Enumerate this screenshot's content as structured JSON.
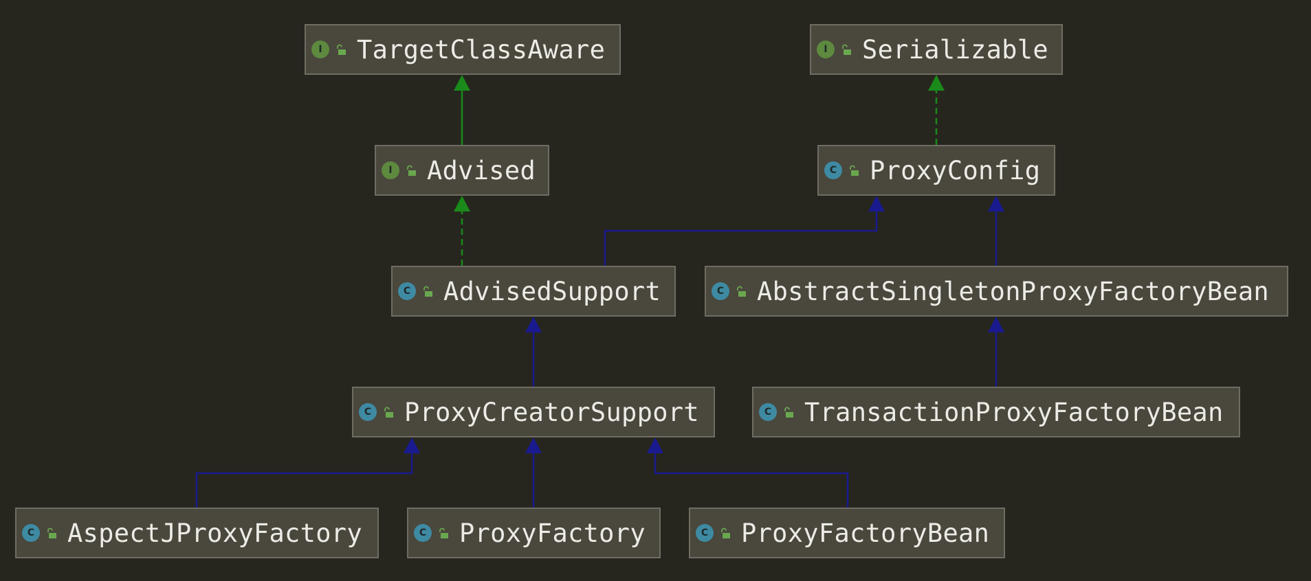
{
  "diagram": {
    "title": "",
    "colors": {
      "background": "#26261f",
      "node_fill": "#4a473d",
      "node_border": "#6f6c63",
      "node_text": "#ecebe6",
      "interface_badge": "#5d8a3e",
      "class_badge": "#3e8aa3",
      "lock_icon": "#6aa84f",
      "implements_edge": "#1a8a1a",
      "extends_edge": "#1a1a8f"
    },
    "nodes": [
      {
        "id": "TargetClassAware",
        "label": "TargetClassAware",
        "kind": "interface",
        "kind_letter": "I",
        "icon": "interface-icon"
      },
      {
        "id": "Serializable",
        "label": "Serializable",
        "kind": "interface",
        "kind_letter": "I",
        "icon": "interface-icon"
      },
      {
        "id": "Advised",
        "label": "Advised",
        "kind": "interface",
        "kind_letter": "I",
        "icon": "interface-icon"
      },
      {
        "id": "ProxyConfig",
        "label": "ProxyConfig",
        "kind": "class",
        "kind_letter": "C",
        "icon": "class-icon"
      },
      {
        "id": "AdvisedSupport",
        "label": "AdvisedSupport",
        "kind": "class",
        "kind_letter": "C",
        "icon": "class-icon"
      },
      {
        "id": "AbstractSingletonProxyFactoryBean",
        "label": "AbstractSingletonProxyFactoryBean",
        "kind": "abstract-class",
        "kind_letter": "C",
        "icon": "abstract-class-icon"
      },
      {
        "id": "ProxyCreatorSupport",
        "label": "ProxyCreatorSupport",
        "kind": "class",
        "kind_letter": "C",
        "icon": "class-icon"
      },
      {
        "id": "TransactionProxyFactoryBean",
        "label": "TransactionProxyFactoryBean",
        "kind": "class",
        "kind_letter": "C",
        "icon": "class-icon"
      },
      {
        "id": "AspectJProxyFactory",
        "label": "AspectJProxyFactory",
        "kind": "class",
        "kind_letter": "C",
        "icon": "class-icon"
      },
      {
        "id": "ProxyFactory",
        "label": "ProxyFactory",
        "kind": "class",
        "kind_letter": "C",
        "icon": "class-icon"
      },
      {
        "id": "ProxyFactoryBean",
        "label": "ProxyFactoryBean",
        "kind": "class",
        "kind_letter": "C",
        "icon": "class-icon"
      }
    ],
    "edges": [
      {
        "from": "Advised",
        "to": "TargetClassAware",
        "relation": "extends-interface",
        "style": "solid",
        "color": "implements_edge"
      },
      {
        "from": "ProxyConfig",
        "to": "Serializable",
        "relation": "implements",
        "style": "dashed",
        "color": "implements_edge"
      },
      {
        "from": "AdvisedSupport",
        "to": "Advised",
        "relation": "implements",
        "style": "dashed",
        "color": "implements_edge"
      },
      {
        "from": "AdvisedSupport",
        "to": "ProxyConfig",
        "relation": "extends",
        "style": "solid",
        "color": "extends_edge"
      },
      {
        "from": "AbstractSingletonProxyFactoryBean",
        "to": "ProxyConfig",
        "relation": "extends",
        "style": "solid",
        "color": "extends_edge"
      },
      {
        "from": "ProxyCreatorSupport",
        "to": "AdvisedSupport",
        "relation": "extends",
        "style": "solid",
        "color": "extends_edge"
      },
      {
        "from": "TransactionProxyFactoryBean",
        "to": "AbstractSingletonProxyFactoryBean",
        "relation": "extends",
        "style": "solid",
        "color": "extends_edge"
      },
      {
        "from": "AspectJProxyFactory",
        "to": "ProxyCreatorSupport",
        "relation": "extends",
        "style": "solid",
        "color": "extends_edge"
      },
      {
        "from": "ProxyFactory",
        "to": "ProxyCreatorSupport",
        "relation": "extends",
        "style": "solid",
        "color": "extends_edge"
      },
      {
        "from": "ProxyFactoryBean",
        "to": "ProxyCreatorSupport",
        "relation": "extends",
        "style": "solid",
        "color": "extends_edge"
      }
    ]
  }
}
